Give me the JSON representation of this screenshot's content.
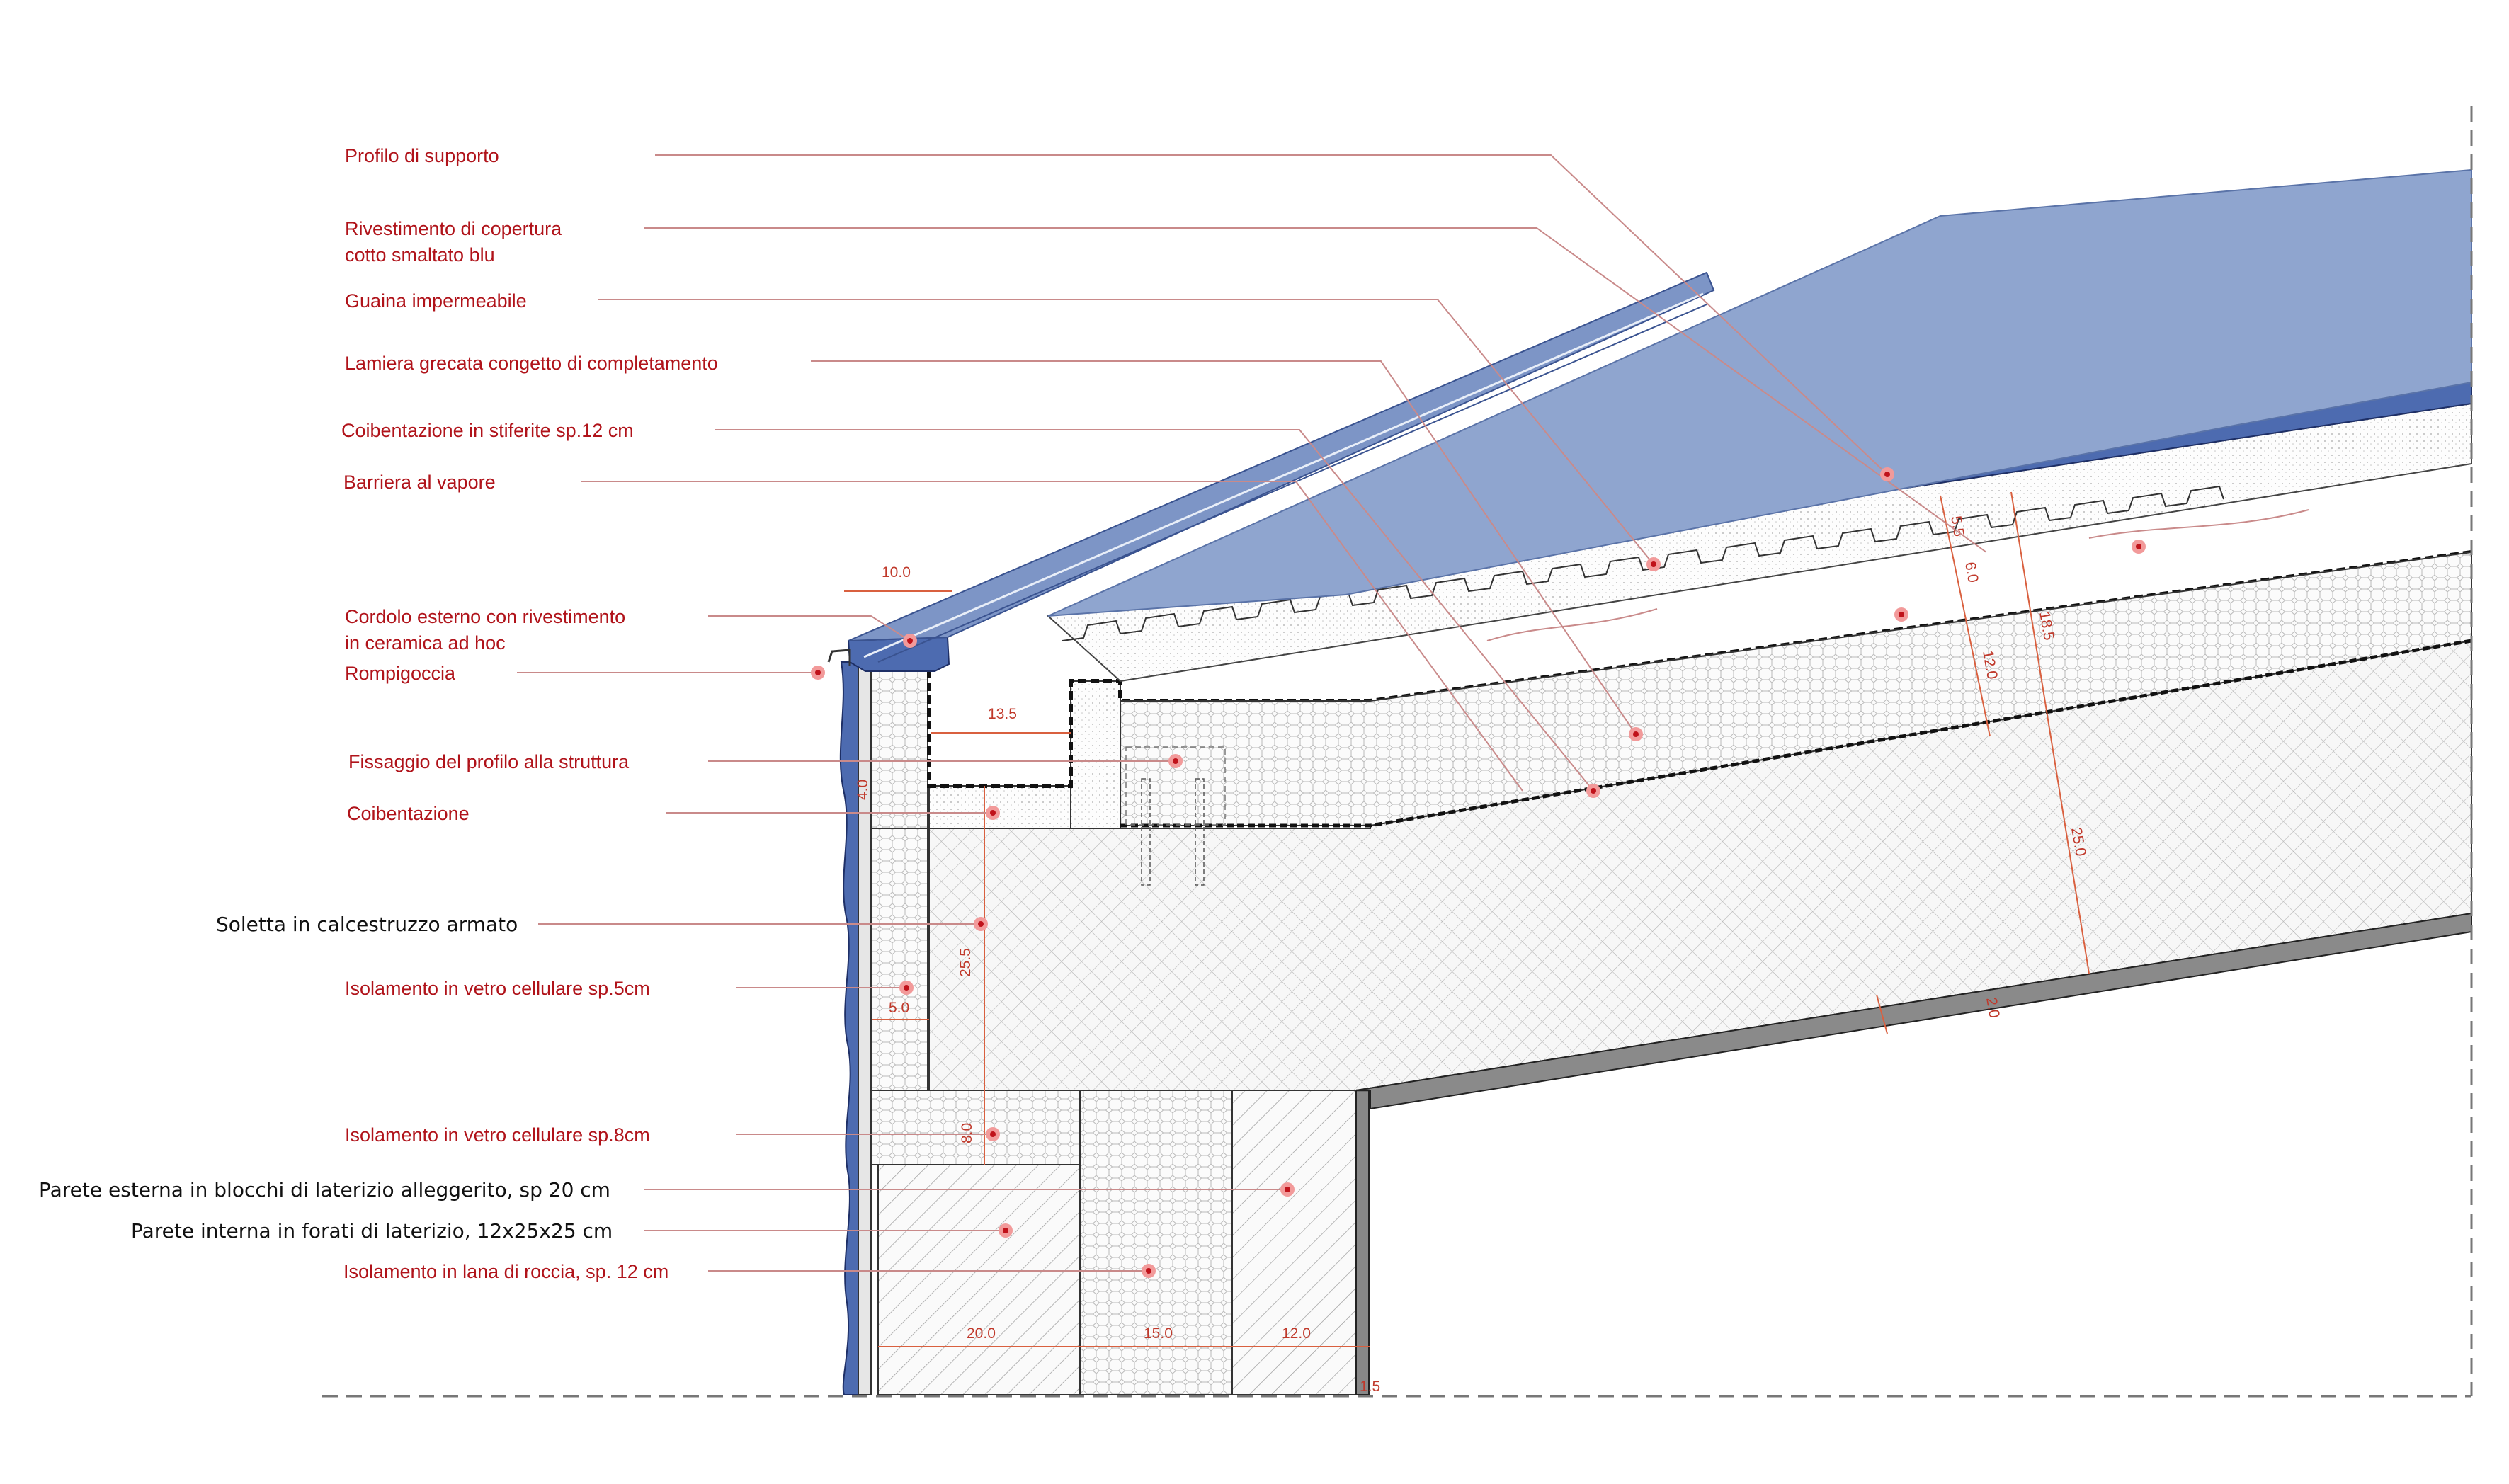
{
  "labels": {
    "profilo_supporto": "Profilo di supporto",
    "rivestimento_1": "Rivestimento  di copertura",
    "rivestimento_2": "cotto smaltato blu",
    "guaina": "Guaina impermeabile",
    "lamiera": "Lamiera grecata congetto di completamento",
    "coibentazione_stiferite": "Coibentazione in stiferite sp.12 cm",
    "barriera": "Barriera al vapore",
    "cordolo_1": "Cordolo esterno con rivestimento",
    "cordolo_2": "in ceramica ad hoc",
    "rompigoccia": "Rompigoccia",
    "fissaggio": "Fissaggio del profilo alla struttura",
    "coibentazione": "Coibentazione",
    "soletta": "Soletta in calcestruzzo armato",
    "vetro_5": "Isolamento in vetro cellulare sp.5cm",
    "vetro_8": "Isolamento in vetro cellulare sp.8cm",
    "parete_esterna": "Parete esterna in blocchi di laterizio alleggerito, sp 20 cm",
    "parete_interna": "Parete interna in forati di laterizio, 12x25x25 cm",
    "lana_roccia": "Isolamento in lana di roccia, sp. 12 cm"
  },
  "dimensions": {
    "d_10": "10.0",
    "d_13_5": "13.5",
    "d_25_5": "25.5",
    "d_5": "5.0",
    "d_8": "8.0",
    "d_20": "20.0",
    "d_15": "15.0",
    "d_12": "12.0",
    "d_1_5": "1.5",
    "d_5_5": "5.5",
    "d_6": "6.0",
    "d_12_roof": "12.0",
    "d_18_5": "18.5",
    "d_25": "25.0",
    "d_2": "2.0",
    "d_4": "4.0"
  },
  "colors": {
    "tile_blue": "#8fa5cf",
    "tile_dark": "#4d6bb0",
    "label_red": "#b0131a",
    "leader": "#c98a8a"
  }
}
